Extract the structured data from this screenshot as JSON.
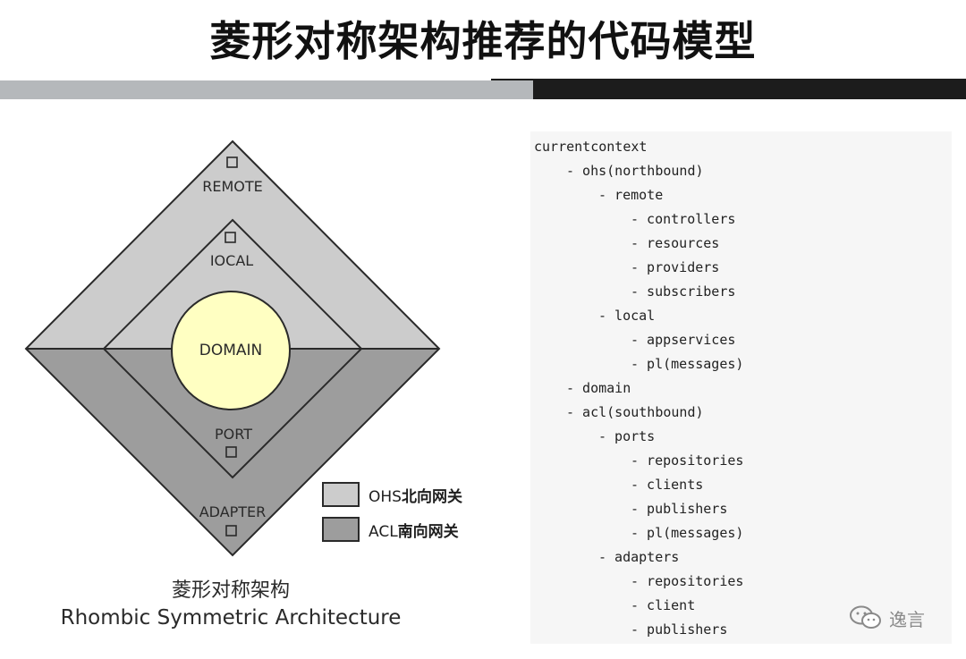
{
  "title": "菱形对称架构推荐的代码模型",
  "diagram": {
    "labels": {
      "remote": "REMOTE",
      "local": "IOCAL",
      "domain": "DOMAIN",
      "port": "PORT",
      "adapter": "ADAPTER"
    },
    "colors": {
      "ohs": "#cccccc",
      "acl": "#9d9d9d",
      "domain": "#ffffc2",
      "outline": "#2a2a2a"
    },
    "legend": [
      {
        "prefix": "OHS",
        "name": "北向网关",
        "color": "#cccccc"
      },
      {
        "prefix": "ACL",
        "name": "南向网关",
        "color": "#9d9d9d"
      }
    ],
    "caption_cn": "菱形对称架构",
    "caption_en": "Rhombic Symmetric Architecture"
  },
  "code_lines": [
    {
      "indent": 0,
      "text": "currentcontext"
    },
    {
      "indent": 1,
      "text": "- ohs(northbound)"
    },
    {
      "indent": 2,
      "text": "- remote"
    },
    {
      "indent": 3,
      "text": "- controllers"
    },
    {
      "indent": 3,
      "text": "- resources"
    },
    {
      "indent": 3,
      "text": "- providers"
    },
    {
      "indent": 3,
      "text": "- subscribers"
    },
    {
      "indent": 2,
      "text": "- local"
    },
    {
      "indent": 3,
      "text": "- appservices"
    },
    {
      "indent": 3,
      "text": "- pl(messages)"
    },
    {
      "indent": 1,
      "text": "- domain"
    },
    {
      "indent": 1,
      "text": "- acl(southbound)"
    },
    {
      "indent": 2,
      "text": "- ports"
    },
    {
      "indent": 3,
      "text": "- repositories"
    },
    {
      "indent": 3,
      "text": "- clients"
    },
    {
      "indent": 3,
      "text": "- publishers"
    },
    {
      "indent": 3,
      "text": "- pl(messages)"
    },
    {
      "indent": 2,
      "text": "- adapters"
    },
    {
      "indent": 3,
      "text": "- repositories"
    },
    {
      "indent": 3,
      "text": "- client"
    },
    {
      "indent": 3,
      "text": "- publishers"
    }
  ],
  "watermark": "逸言",
  "icons": {
    "watermark": "wechat-icon",
    "port": "square-port-icon"
  }
}
